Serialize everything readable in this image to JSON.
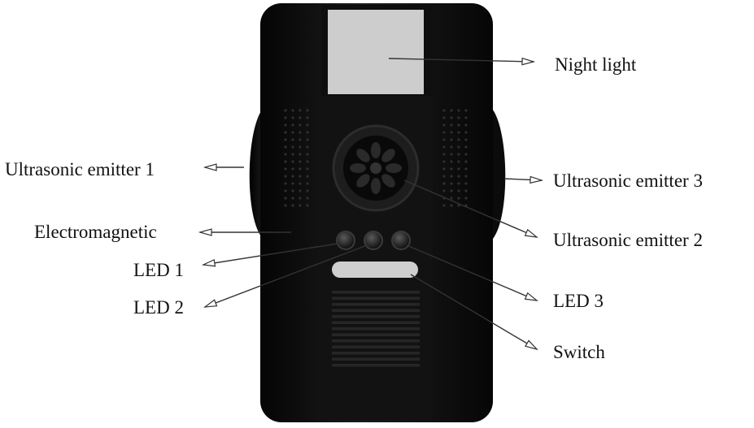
{
  "diagram": {
    "labels": {
      "night_light": "Night light",
      "ultrasonic_emitter_1": "Ultrasonic emitter 1",
      "ultrasonic_emitter_3": "Ultrasonic emitter 3",
      "electromagnetic": "Electromagnetic",
      "ultrasonic_emitter_2": "Ultrasonic emitter 2",
      "led_1": "LED 1",
      "led_2": "LED 2",
      "led_3": "LED 3",
      "switch": "Switch"
    },
    "colors": {
      "body": "#0c0c0c",
      "body_highlight": "#2a2a2a",
      "night_light": "#d9d9d9",
      "switch": "#cfcfcf",
      "arrow": "#333333"
    }
  }
}
